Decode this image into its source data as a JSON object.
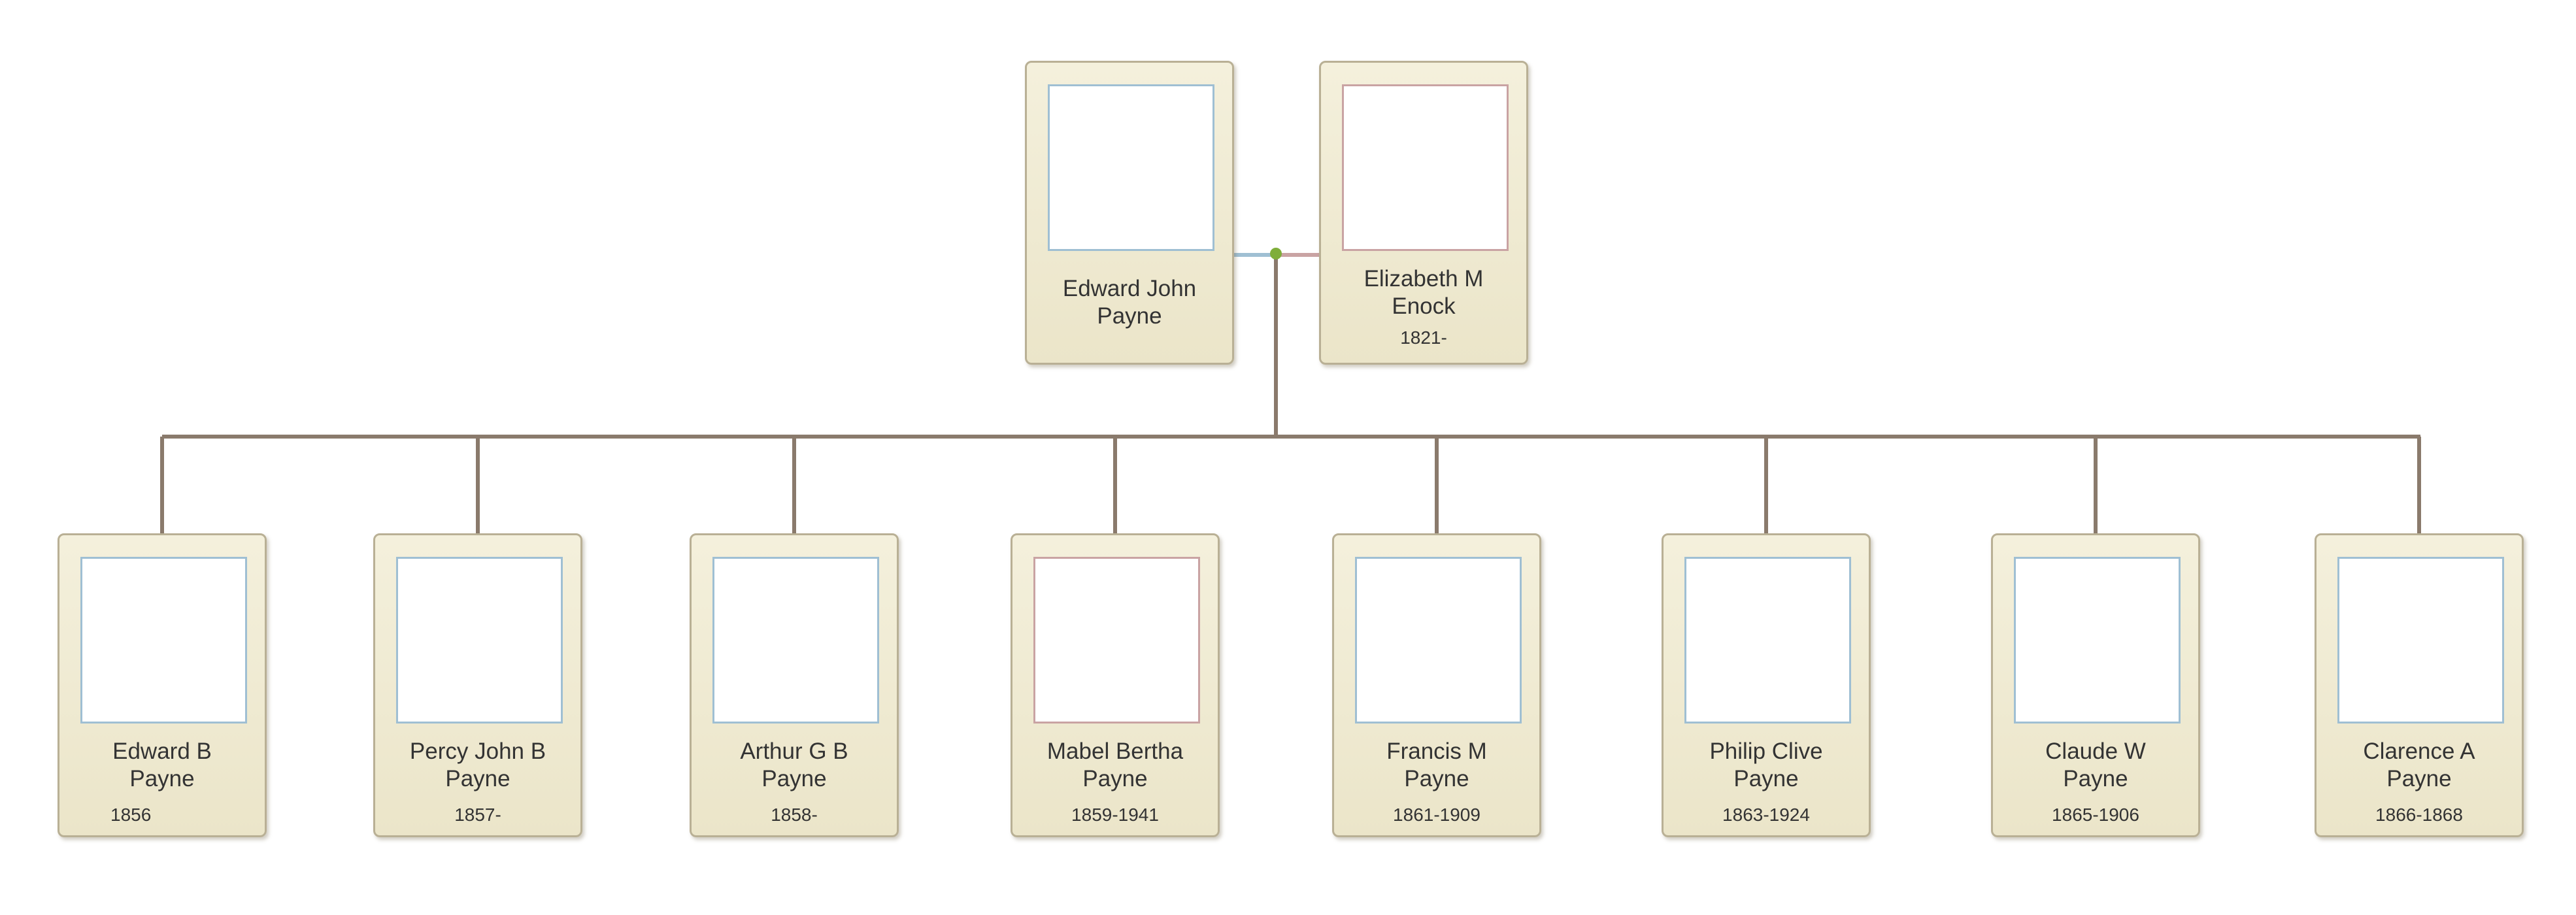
{
  "parents": {
    "father": {
      "first": "Edward John",
      "last": "Payne",
      "years": "",
      "sex": "male"
    },
    "mother": {
      "first": "Elizabeth M",
      "last": "Enock",
      "years": "1821-",
      "sex": "female"
    }
  },
  "children": [
    {
      "first": "Edward B",
      "last": "Payne",
      "years": "1856",
      "sex": "male"
    },
    {
      "first": "Percy John B",
      "last": "Payne",
      "years": "1857-",
      "sex": "male"
    },
    {
      "first": "Arthur G B",
      "last": "Payne",
      "years": "1858-",
      "sex": "male"
    },
    {
      "first": "Mabel Bertha",
      "last": "Payne",
      "years": "1859-1941",
      "sex": "female"
    },
    {
      "first": "Francis M",
      "last": "Payne",
      "years": "1861-1909",
      "sex": "male"
    },
    {
      "first": "Philip Clive",
      "last": "Payne",
      "years": "1863-1924",
      "sex": "male"
    },
    {
      "first": "Claude W",
      "last": "Payne",
      "years": "1865-1906",
      "sex": "male"
    },
    {
      "first": "Clarence A",
      "last": "Payne",
      "years": "1866-1868",
      "sex": "male"
    }
  ],
  "colors": {
    "connector": "#8a7a6c",
    "male_line": "#9fbfd3",
    "female_line": "#c9a3a3",
    "union_dot": "#7fae3a"
  }
}
